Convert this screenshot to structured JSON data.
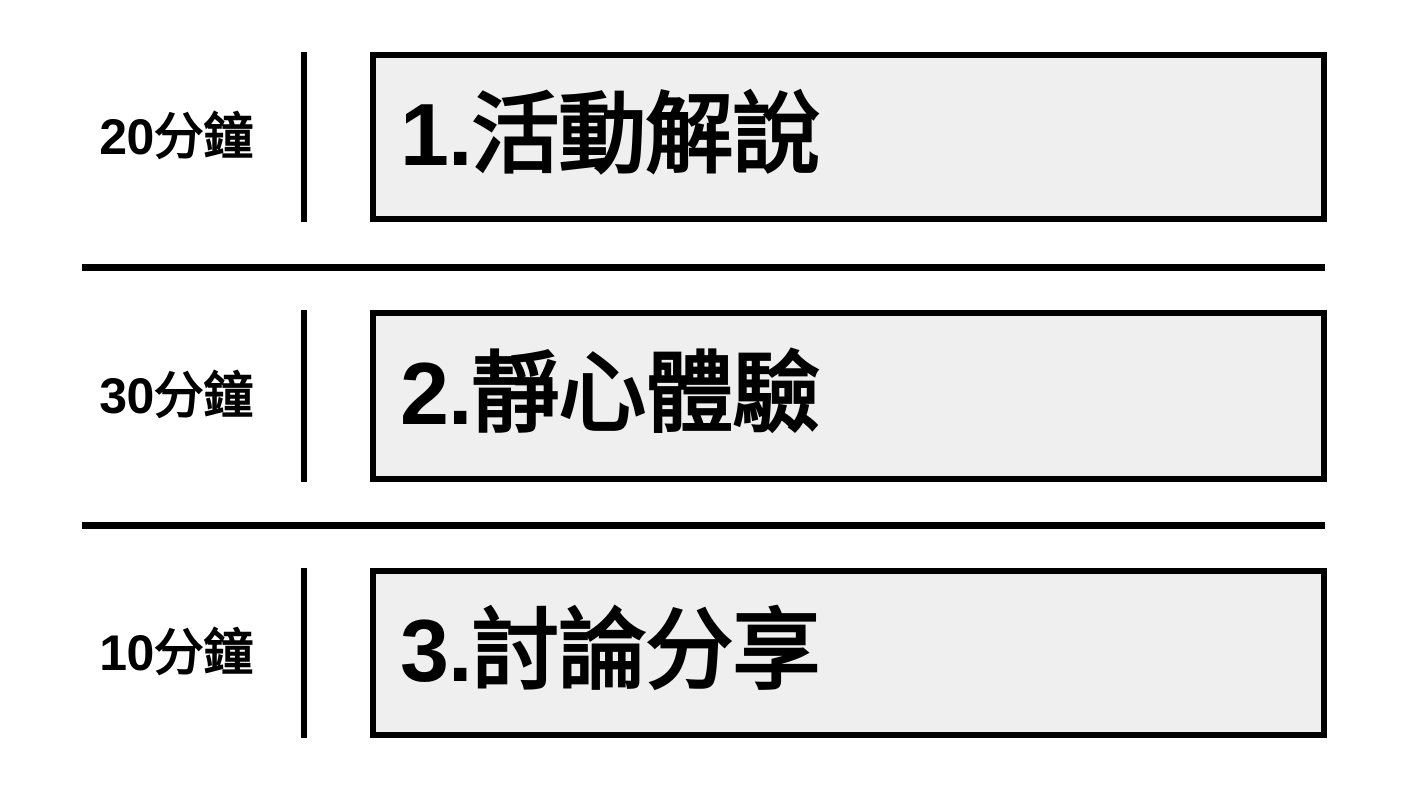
{
  "theme": {
    "background": "#FFFFFF",
    "ink": "#000000",
    "box_fill": "#EFEFEF",
    "box_border": "#000000"
  },
  "agenda": {
    "items": [
      {
        "index": "1",
        "duration": "20分鐘",
        "title": "1.活動解說"
      },
      {
        "index": "2",
        "duration": "30分鐘",
        "title": "2.靜心體驗"
      },
      {
        "index": "3",
        "duration": "10分鐘",
        "title": "3.討論分享"
      }
    ],
    "separators": 2
  }
}
